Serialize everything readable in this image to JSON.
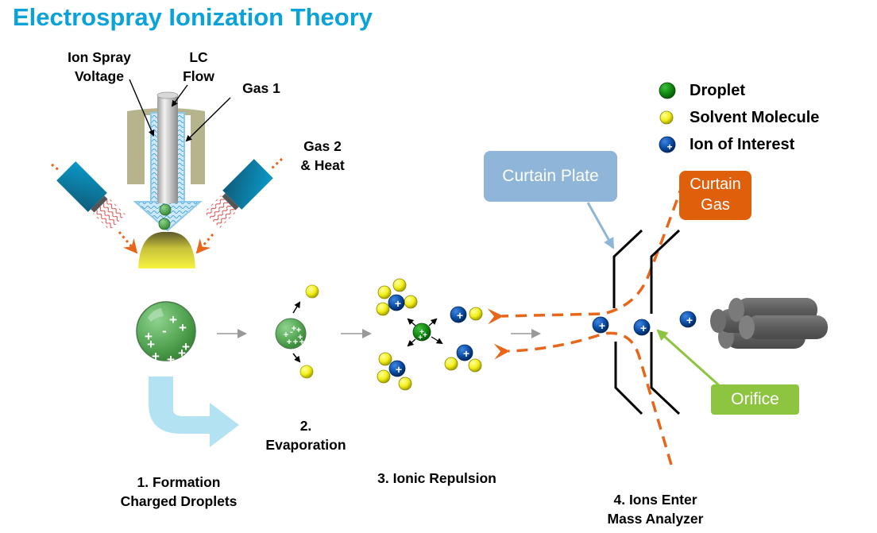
{
  "title": "Electrospray Ionization Theory",
  "source_labels": {
    "ion_spray_voltage": [
      "Ion Spray",
      "Voltage"
    ],
    "lc_flow": [
      "LC",
      "Flow"
    ],
    "gas1": "Gas 1",
    "gas2_heat": [
      "Gas 2",
      "& Heat"
    ]
  },
  "legend": [
    {
      "label": "Droplet",
      "icon": "green-sphere-icon",
      "color": "#1a8a1a"
    },
    {
      "label": "Solvent Molecule",
      "icon": "yellow-sphere-icon",
      "color": "#f2ef1a"
    },
    {
      "label": "Ion of Interest",
      "icon": "blue-ion-sphere-icon",
      "color": "#0a4ea8"
    }
  ],
  "callouts": {
    "curtain_plate": {
      "label": "Curtain Plate",
      "color": "#8fb6d8"
    },
    "curtain_gas": {
      "label": [
        "Curtain",
        "Gas"
      ],
      "color": "#e05f0a"
    },
    "orifice": {
      "label": "Orifice",
      "color": "#8dc540"
    }
  },
  "steps": [
    {
      "label": [
        "1. Formation",
        "Charged Droplets"
      ]
    },
    {
      "label": [
        "2.",
        "Evaporation"
      ]
    },
    {
      "label": [
        "3. Ionic Repulsion"
      ]
    },
    {
      "label": [
        "4. Ions Enter",
        "Mass Analyzer"
      ]
    }
  ],
  "symbols": {
    "plus": "+",
    "minus": "-"
  },
  "colors": {
    "title": "#0aa3d9",
    "flow_arrow": "#e8661a",
    "process_arrow": "#999999",
    "bend_arrow": "#b3e3f2",
    "heater": "#1a86a8",
    "housing": "#b5b48c",
    "quadrupole": "#666666"
  }
}
